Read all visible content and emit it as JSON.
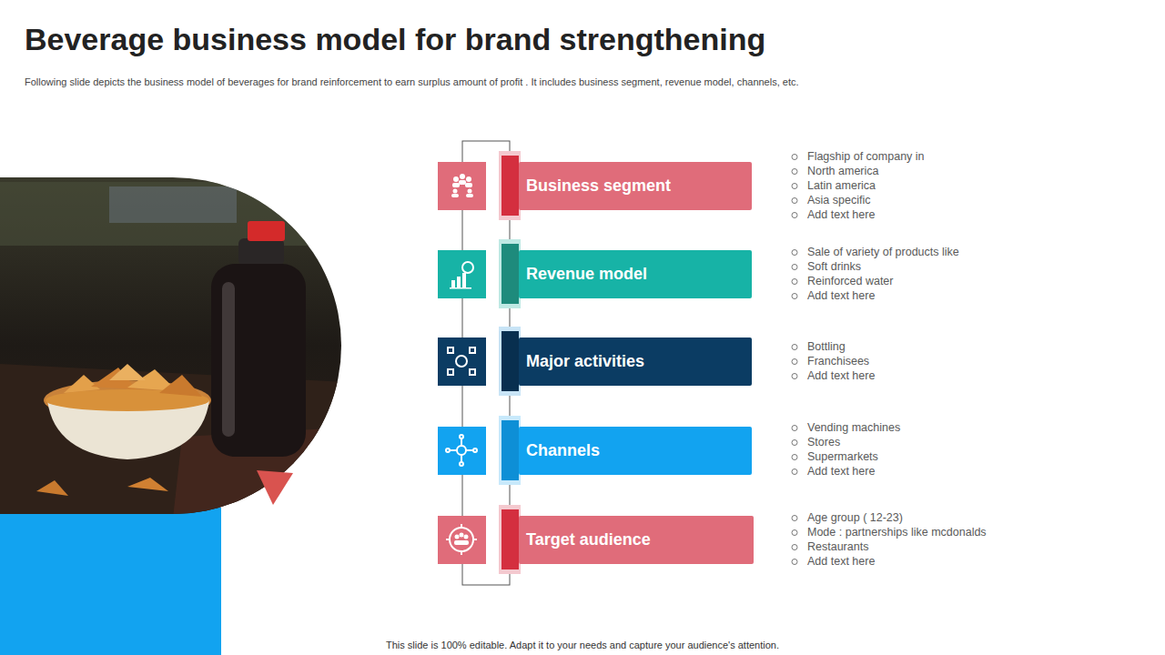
{
  "diagram": {
    "title": "Beverage business model for brand strengthening",
    "nodes": [
      {
        "text": [
          "Business segment"
        ]
      },
      {
        "text": [
          "Revenue model"
        ]
      },
      {
        "text": [
          "Major activities"
        ]
      },
      {
        "text": [
          "Channels"
        ]
      },
      {
        "text": [
          "Target audience"
        ]
      }
    ],
    "labels": [
      "Following slide depicts the business model of beverages for brand reinforcement to earn surplus amount of profit . It includes business segment, revenue model, channels, etc.",
      "Flagship of company in",
      "North america",
      "Latin america",
      "Asia specific",
      "Add text here",
      "Sale of variety  of products like",
      "Soft drinks",
      "Reinforced  water",
      "Add text here",
      "Bottling",
      "Franchisees",
      "Add text here",
      "Vending machines",
      "Stores",
      "Supermarkets",
      "Add text here",
      "Age group  ( 12-23)",
      "Mode   : partnerships like mcdonalds",
      "Restaurants",
      "Add text here",
      "This slide is 100% editable. Adapt it to your needs and capture your audience's attention."
    ]
  }
}
